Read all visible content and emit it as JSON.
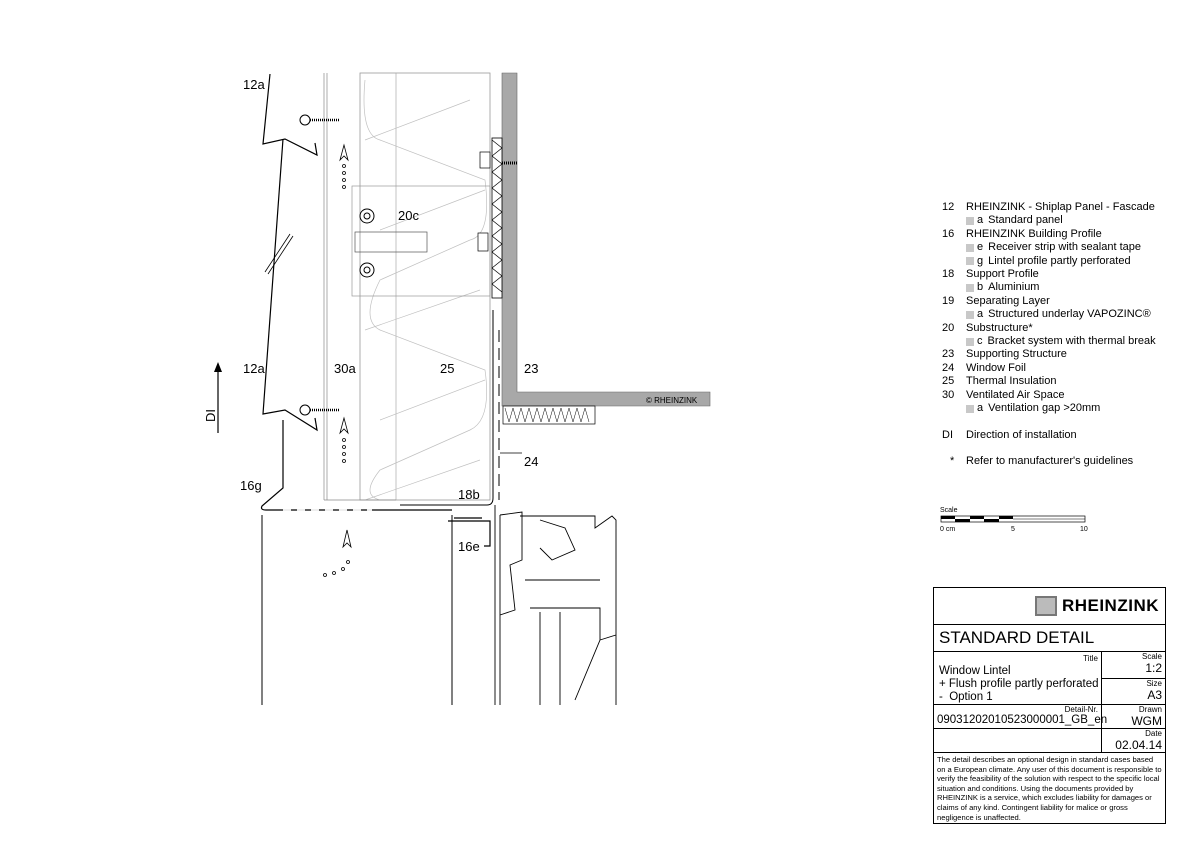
{
  "drawing": {
    "labels": {
      "l12a_top": "12a",
      "l20c": "20c",
      "l12a_mid": "12a",
      "l30a": "30a",
      "l25": "25",
      "l23": "23",
      "di": "DI",
      "l24": "24",
      "l16g": "16g",
      "l18b": "18b",
      "l16e": "16e"
    },
    "copyright": "© RHEINZINK",
    "colors": {
      "concrete": "#a8a8a8",
      "insulation_line": "#c0c0c0"
    }
  },
  "legend": {
    "items": [
      {
        "num": "12",
        "text": "RHEINZINK - Shiplap Panel - Fascade",
        "subs": [
          {
            "letter": "a",
            "text": "Standard panel"
          }
        ]
      },
      {
        "num": "16",
        "text": "RHEINZINK Building Profile",
        "subs": [
          {
            "letter": "e",
            "text": "Receiver strip with sealant tape"
          },
          {
            "letter": "g",
            "text": "Lintel profile partly perforated"
          }
        ]
      },
      {
        "num": "18",
        "text": "Support Profile",
        "subs": [
          {
            "letter": "b",
            "text": "Aluminium"
          }
        ]
      },
      {
        "num": "19",
        "text": "Separating Layer",
        "subs": [
          {
            "letter": "a",
            "text": "Structured underlay VAPOZINC®"
          }
        ]
      },
      {
        "num": "20",
        "text": "Substructure*",
        "subs": [
          {
            "letter": "c",
            "text": "Bracket system with thermal break"
          }
        ]
      },
      {
        "num": "23",
        "text": "Supporting Structure",
        "subs": []
      },
      {
        "num": "24",
        "text": "Window Foil",
        "subs": []
      },
      {
        "num": "25",
        "text": "Thermal Insulation",
        "subs": []
      },
      {
        "num": "30",
        "text": "Ventilated Air Space",
        "subs": [
          {
            "letter": "a",
            "text": "Ventilation gap >20mm"
          }
        ]
      }
    ],
    "di": {
      "num": "DI",
      "text": "Direction of installation"
    },
    "note": {
      "num": "*",
      "text": "Refer to manufacturer's guidelines"
    }
  },
  "scale_bar": {
    "title": "Scale",
    "ticks": [
      "0 cm",
      "5",
      "10"
    ]
  },
  "title_block": {
    "brand": "RHEINZINK",
    "heading": "STANDARD DETAIL",
    "title_caption": "Title",
    "title_lines": [
      "Window Lintel",
      "+ Flush profile partly perforated",
      "-  Option 1"
    ],
    "scale_caption": "Scale",
    "scale": "1:2",
    "size_caption": "Size",
    "size": "A3",
    "detail_caption": "Detail-Nr.",
    "detail_nr": "09031202010523000001_GB_en",
    "drawn_caption": "Drawn",
    "drawn": "WGM",
    "date_caption": "Date",
    "date": "02.04.14",
    "disclaimer": "The detail describes an optional design in standard cases based on a European climate. Any user of this document is responsible to verify the feasibility of the solution with respect to the specific local situation and conditions. Using the documents provided by RHEINZINK is a service, which excludes liability for damages or claims of any kind. Contingent liability for malice or gross negligence is unaffected."
  }
}
